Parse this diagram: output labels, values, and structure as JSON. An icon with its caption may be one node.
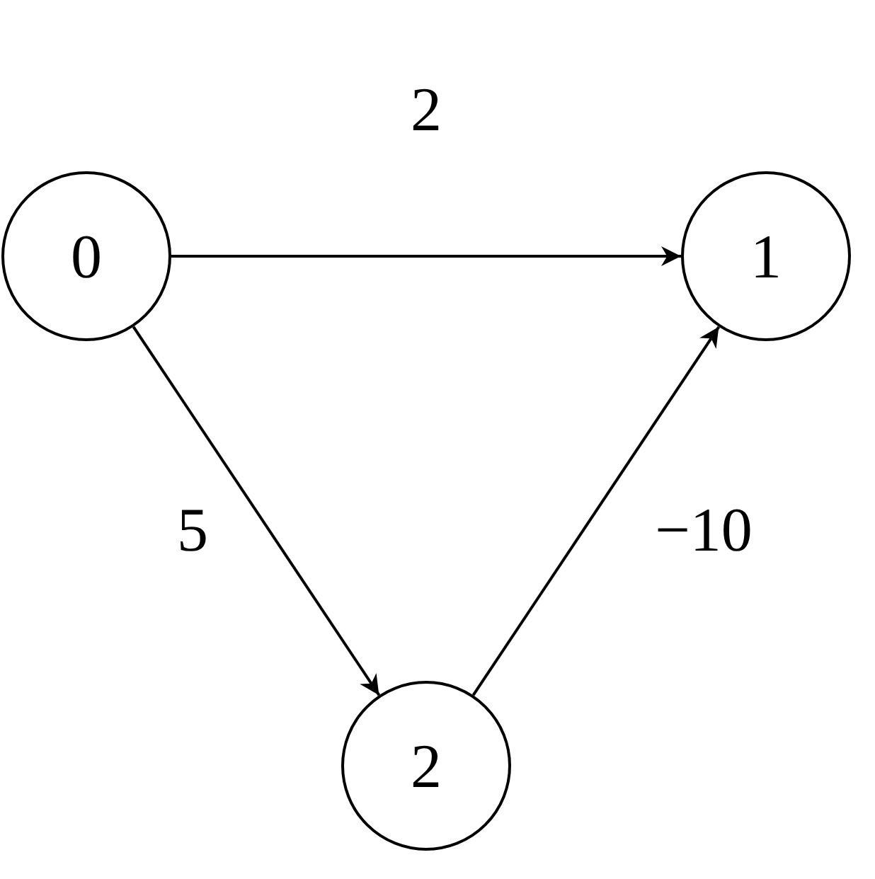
{
  "diagram": {
    "nodes": [
      {
        "text": [
          "0"
        ]
      },
      {
        "text": [
          "1"
        ]
      },
      {
        "text": [
          "2"
        ]
      }
    ],
    "edges": [
      {
        "from": 0,
        "to": 1,
        "arrow": "to",
        "label": "2"
      },
      {
        "from": 0,
        "to": 2,
        "arrow": "to",
        "label": "5"
      },
      {
        "from": 2,
        "to": 1,
        "arrow": "to",
        "label": "−10"
      }
    ]
  }
}
